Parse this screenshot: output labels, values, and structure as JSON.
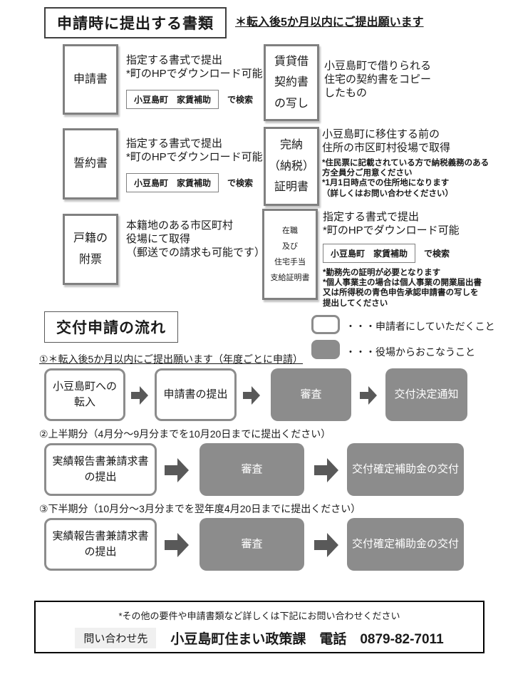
{
  "documents_section": {
    "title": "申請時に提出する書類",
    "note": "＊転入後5か月以内にご提出願います"
  },
  "documents": [
    {
      "label": "申請書",
      "desc": "指定する書式で提出\n*町のHPでダウンロード可能",
      "search_query": "小豆島町　家賃補助",
      "search_suffix": "で検索"
    },
    {
      "label": "賃貸借\n契約書\nの写し",
      "desc": "小豆島町で借りられる\n住宅の契約書をコピー\nしたもの"
    },
    {
      "label": "誓約書",
      "desc": "指定する書式で提出\n*町のHPでダウンロード可能",
      "search_query": "小豆島町　家賃補助",
      "search_suffix": "で検索"
    },
    {
      "label": "完納\n（納税）\n証明書",
      "desc": "小豆島町に移住する前の\n住所の市区町村役場で取得",
      "notes": "*住民票に記載されている方で納税義務のある\n方全員分ご用意ください\n*1月1日時点での住所地になります\n（詳しくはお問い合わせください）"
    },
    {
      "label": "戸籍の\n附票",
      "desc": "本籍地のある市区町村\n役場にて取得\n（郵送での請求も可能です）"
    },
    {
      "label": "在職\n及び\n住宅手当\n支給証明書",
      "desc": "指定する書式で提出\n*町のHPでダウンロード可能",
      "search_query": "小豆島町　家賃補助",
      "search_suffix": "で検索",
      "notes": "*勤務先の証明が必要となります\n*個人事業主の場合は個人事業の開業届出書\n又は所得税の青色申告承認申請書の写しを\n提出してください"
    }
  ],
  "flow_section": {
    "title": "交付申請の流れ",
    "legend": [
      {
        "text": "・・・申請者にしていただくこと"
      },
      {
        "text": "・・・役場からおこなうこと"
      }
    ],
    "steps": [
      {
        "label": "①＊転入後5か月以内にご提出願います（年度ごとに申請）",
        "nodes": [
          {
            "text": "小豆島町への\n転入",
            "type": "white"
          },
          {
            "text": "申請書の提出",
            "type": "white"
          },
          {
            "text": "審査",
            "type": "gray"
          },
          {
            "text": "交付決定通知",
            "type": "gray"
          }
        ]
      },
      {
        "label": "②上半期分（4月分～9月分までを10月20日までに提出ください）",
        "nodes": [
          {
            "text": "実績報告書兼請求書\nの提出",
            "type": "white"
          },
          {
            "text": "審査",
            "type": "gray"
          },
          {
            "text": "交付確定補助金の交付",
            "type": "gray"
          }
        ]
      },
      {
        "label": "③下半期分（10月分～3月分までを翌年度4月20日までに提出ください）",
        "nodes": [
          {
            "text": "実績報告書兼請求書\nの提出",
            "type": "white"
          },
          {
            "text": "審査",
            "type": "gray"
          },
          {
            "text": "交付確定補助金の交付",
            "type": "gray"
          }
        ]
      }
    ]
  },
  "footer": {
    "note": "*その他の要件や申請書類など詳しくは下記にお問い合わせください",
    "contact_label": "問い合わせ先",
    "contact_text": "小豆島町住まい政策課　電話　0879-82-7011"
  },
  "colors": {
    "flow_gray": "#8c8c8c",
    "arrow_gray": "#595959",
    "card_border": "#808080",
    "contact_label_bg": "#f0f0f0"
  }
}
